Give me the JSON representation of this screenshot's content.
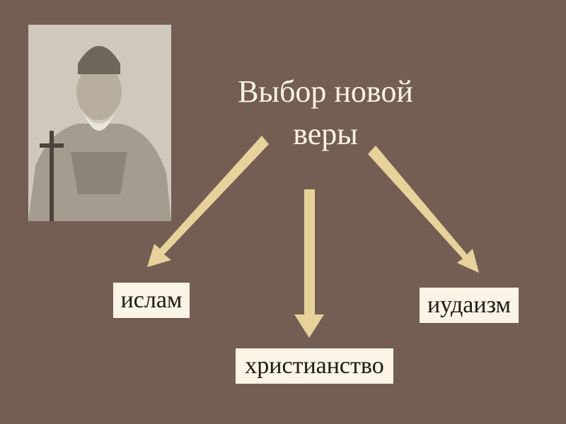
{
  "title": {
    "line1": "Выбор новой",
    "line2": "веры"
  },
  "options": [
    {
      "label": "ислам"
    },
    {
      "label": "христианство"
    },
    {
      "label": "иудаизм"
    }
  ],
  "colors": {
    "background": "#745e53",
    "box": "#fbf3e6",
    "arrow": "#e6d29a"
  }
}
